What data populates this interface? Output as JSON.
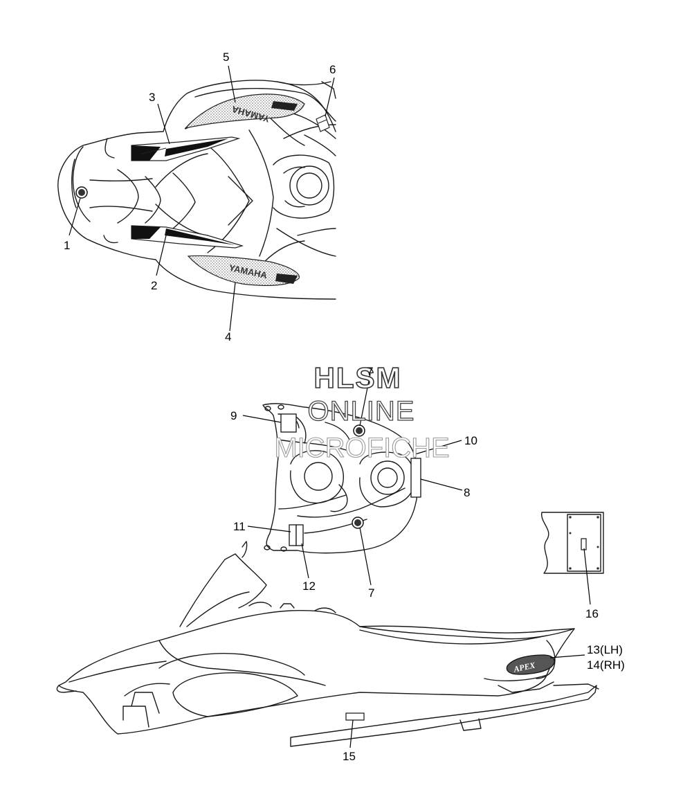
{
  "watermark": {
    "line1": "HLSM",
    "line2": "ONLINE",
    "line3": "MICROFICHE"
  },
  "decal_text": {
    "brand": "YAMAHA",
    "model": "APEX"
  },
  "callouts": {
    "c1": "1",
    "c2": "2",
    "c3": "3",
    "c4": "4",
    "c5": "5",
    "c6": "6",
    "c7a": "7",
    "c7b": "7",
    "c8": "8",
    "c9": "9",
    "c10": "10",
    "c11": "11",
    "c12": "12",
    "c13": "13(LH)",
    "c14": "14(RH)",
    "c15": "15",
    "c16": "16"
  }
}
